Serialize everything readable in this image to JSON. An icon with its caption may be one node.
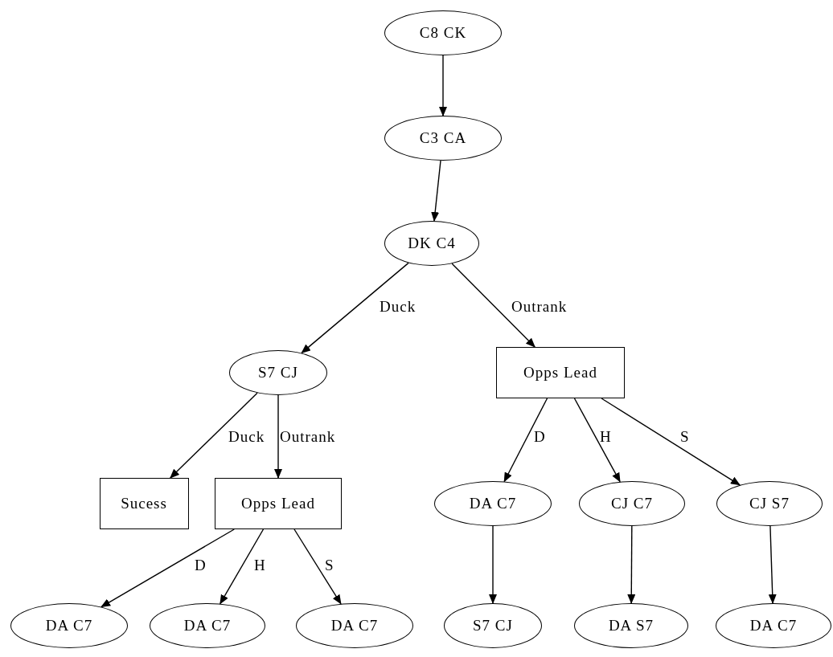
{
  "diagram": {
    "nodes": [
      {
        "text": [
          "C8 CK"
        ]
      },
      {
        "text": [
          "C3 CA"
        ]
      },
      {
        "text": [
          "DK C4"
        ]
      },
      {
        "text": [
          "S7 CJ"
        ]
      },
      {
        "text": [
          "Opps Lead"
        ]
      },
      {
        "text": [
          "Sucess"
        ]
      },
      {
        "text": [
          "Opps Lead"
        ]
      },
      {
        "text": [
          "DA C7"
        ]
      },
      {
        "text": [
          "CJ C7"
        ]
      },
      {
        "text": [
          "CJ S7"
        ]
      },
      {
        "text": [
          "DA C7"
        ]
      },
      {
        "text": [
          "DA C7"
        ]
      },
      {
        "text": [
          "DA C7"
        ]
      },
      {
        "text": [
          "S7 CJ"
        ]
      },
      {
        "text": [
          "DA S7"
        ]
      },
      {
        "text": [
          "DA C7"
        ]
      }
    ],
    "edges": [
      {
        "from": 0,
        "to": 1,
        "arrow": "to"
      },
      {
        "from": 1,
        "to": 2,
        "arrow": "to"
      },
      {
        "from": 2,
        "to": 3,
        "arrow": "to",
        "label": "Duck"
      },
      {
        "from": 2,
        "to": 4,
        "arrow": "to",
        "label": "Outrank"
      },
      {
        "from": 3,
        "to": 5,
        "arrow": "to",
        "label": "Duck"
      },
      {
        "from": 3,
        "to": 6,
        "arrow": "to",
        "label": "Outrank"
      },
      {
        "from": 4,
        "to": 7,
        "arrow": "to",
        "label": "D"
      },
      {
        "from": 4,
        "to": 8,
        "arrow": "to",
        "label": "H"
      },
      {
        "from": 4,
        "to": 9,
        "arrow": "to",
        "label": "S"
      },
      {
        "from": 6,
        "to": 10,
        "arrow": "to",
        "label": "D"
      },
      {
        "from": 6,
        "to": 11,
        "arrow": "to",
        "label": "H"
      },
      {
        "from": 6,
        "to": 12,
        "arrow": "to",
        "label": "S"
      },
      {
        "from": 7,
        "to": 13,
        "arrow": "to"
      },
      {
        "from": 8,
        "to": 14,
        "arrow": "to"
      },
      {
        "from": 9,
        "to": 15,
        "arrow": "to"
      }
    ]
  }
}
